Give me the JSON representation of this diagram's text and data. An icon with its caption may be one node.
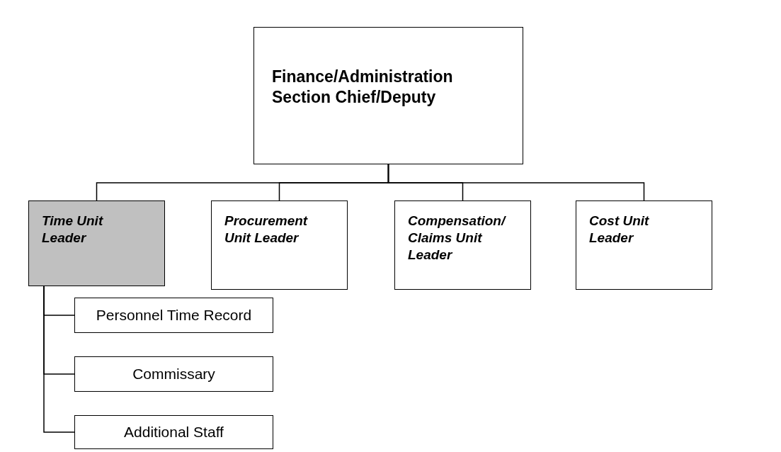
{
  "diagram": {
    "nodes": [
      {
        "text": [
          "Finance/Administration Section Chief/Deputy"
        ]
      },
      {
        "text": [
          "Time Unit Leader"
        ]
      },
      {
        "text": [
          "Procurement Unit Leader"
        ]
      },
      {
        "text": [
          "Compensation/ Claims Unit Leader"
        ]
      },
      {
        "text": [
          "Cost Unit Leader"
        ]
      },
      {
        "text": [
          "Personnel Time Record"
        ]
      },
      {
        "text": [
          "Commissary"
        ]
      },
      {
        "text": [
          "Additional Staff"
        ]
      }
    ],
    "edges": [
      {
        "from": 0,
        "to": 1,
        "arrow": "none"
      },
      {
        "from": 0,
        "to": 2,
        "arrow": "none"
      },
      {
        "from": 0,
        "to": 3,
        "arrow": "none"
      },
      {
        "from": 0,
        "to": 4,
        "arrow": "none"
      },
      {
        "from": 1,
        "to": 5,
        "arrow": "none"
      },
      {
        "from": 1,
        "to": 6,
        "arrow": "none"
      },
      {
        "from": 1,
        "to": 7,
        "arrow": "none"
      }
    ]
  }
}
